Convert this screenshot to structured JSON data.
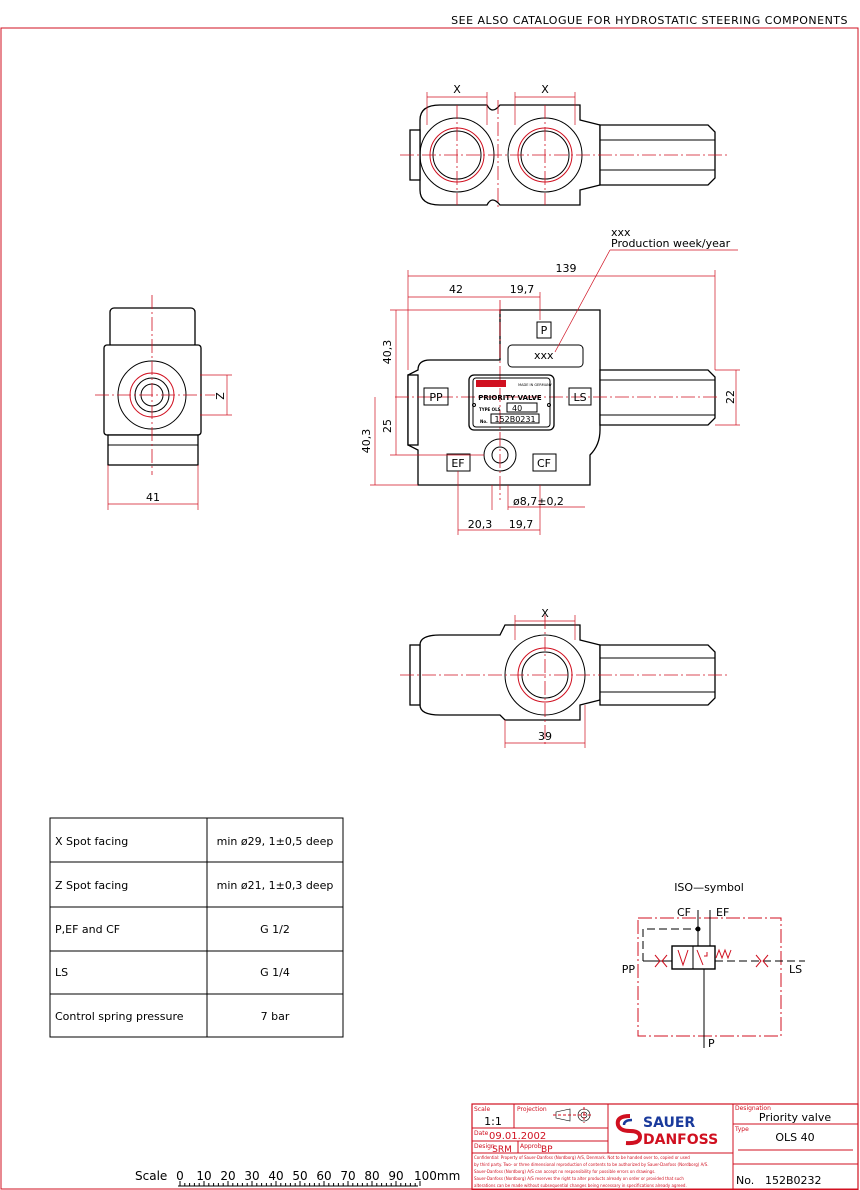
{
  "header_note": "SEE ALSO CATALOGUE FOR HYDROSTATIC STEERING COMPONENTS",
  "views": {
    "top": {
      "dim_x_left": "X",
      "dim_x_right": "X"
    },
    "front": {
      "callout_code": "xxx",
      "callout_label": "Production week/year",
      "plate_code": "xxx",
      "dim_overall": "139",
      "dim_42": "42",
      "dim_19_7_top": "19,7",
      "dim_40_3_upper": "40,3",
      "dim_25": "25",
      "dim_40_3_lower": "40,3",
      "dim_22": "22",
      "dim_20_3": "20,3",
      "dim_19_7_bottom": "19,7",
      "dim_hole": "ø8,7±0,2",
      "ports": {
        "p": "P",
        "pp": "PP",
        "ls": "LS",
        "ef": "EF",
        "cf": "CF"
      },
      "nameplate": {
        "made_in": "MADE IN GERMANY",
        "title": "PRIORITY VALVE",
        "type_label": "TYPE OLS",
        "type_value": "40",
        "no_label": "No.",
        "no_value": "152B0231"
      }
    },
    "side": {
      "dim_z": "Z",
      "dim_41": "41"
    },
    "bottom": {
      "dim_x": "X",
      "dim_39": "39"
    }
  },
  "spec_table": [
    {
      "label": "X Spot facing",
      "value": "min ø29, 1±0,5 deep"
    },
    {
      "label": "Z Spot facing",
      "value": "min ø21, 1±0,3 deep"
    },
    {
      "label": "P,EF and CF",
      "value": "G 1/2"
    },
    {
      "label": "LS",
      "value": "G 1/4"
    },
    {
      "label": "Control spring pressure",
      "value": "7 bar"
    }
  ],
  "iso_symbol": {
    "title": "ISO—symbol",
    "ports": {
      "cf": "CF",
      "ef": "EF",
      "pp": "PP",
      "ls": "LS",
      "p": "P"
    }
  },
  "scale_bar": {
    "label": "Scale",
    "ticks": [
      "0",
      "10",
      "20",
      "30",
      "40",
      "50",
      "60",
      "70",
      "80",
      "90",
      "100mm"
    ]
  },
  "title_block": {
    "scale_label": "Scale",
    "scale_value": "1:1",
    "projection_label": "Projection",
    "date_label": "Date",
    "date_value": "09.01.2002",
    "design_label": "Design",
    "design_value": "SRM",
    "approb_label": "Approb.",
    "approb_value": "BP",
    "logo_line1": "SAUER",
    "logo_line2": "DANFOSS",
    "designation_label": "Designation",
    "designation_value": "Priority valve",
    "type_label": "Type",
    "type_value": "OLS 40",
    "no_label": "No.",
    "no_value": "152B0232",
    "confidential": [
      "Confidential: Property of Sauer-Danfoss (Nordborg) A/S, Denmark. Not to be handed over to, copied or used",
      "by third party. Two- or three dimensional reproduction of contents to be authorized by Sauer-Danfoss (Nordborg) A/S.",
      "Sauer-Danfoss (Nordborg) A/S can accept no responsibility for possible errors on drawings.",
      "Sauer-Danfoss (Nordborg) A/S reserves the right to alter products already on order or provided that such",
      "alterations can be made without subsequential changes being necessary in specifications already agreed."
    ]
  },
  "colors": {
    "drawing_red": "#d01020",
    "line_black": "#000000",
    "logo_blue": "#1a3a9c"
  }
}
